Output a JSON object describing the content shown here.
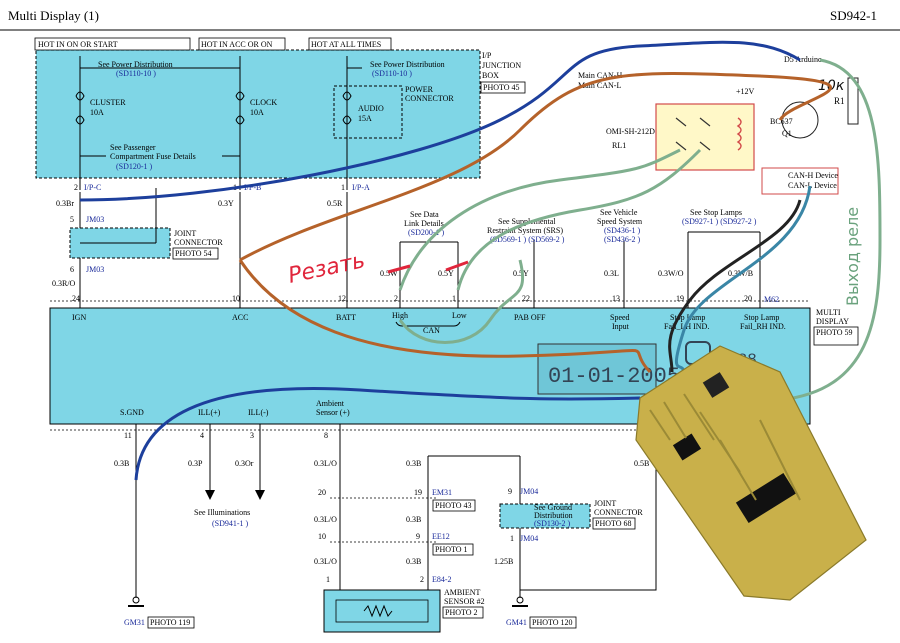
{
  "header": {
    "title": "Multi Display (1)",
    "code": "SD942-1"
  },
  "junction": {
    "hot_start": "HOT IN ON OR START",
    "hot_acc": "HOT IN ACC OR ON",
    "hot_all": "HOT AT ALL TIMES",
    "box_label": [
      "I/P",
      "JUNCTION",
      "BOX"
    ],
    "box_photo": "PHOTO 45",
    "see_power1": "See Power Distribution",
    "see_power1_ref": "(SD110-10 )",
    "see_power2": "See Power Distribution",
    "see_power2_ref": "(SD110-10 )",
    "fuse_cluster": [
      "CLUSTER",
      "10A"
    ],
    "fuse_clock": [
      "CLOCK",
      "10A"
    ],
    "fuse_audio": [
      "AUDIO",
      "15A"
    ],
    "power_connector": [
      "POWER",
      "CONNECTOR"
    ],
    "see_passenger": [
      "See Passenger",
      "Compartment Fuse Details"
    ],
    "see_passenger_ref": "(SD120-1 )"
  },
  "pins_top": {
    "ipc": {
      "num": "2",
      "conn": "I/P-C"
    },
    "ipb": {
      "num": "1",
      "conn": "I/P-B"
    },
    "ipa": {
      "num": "1",
      "conn": "I/P-A"
    }
  },
  "wires_top": {
    "w1": "0.3Br",
    "w2": "0.3Y",
    "w3": "0.5R",
    "w4": "0.3R/O",
    "can_high": "0.5W",
    "can_low": "0.5Y",
    "pab": "0.5Y",
    "speed": "0.3L",
    "stop_lh": "0.3W/O",
    "stop_rh": "0.3W/B"
  },
  "joint_top": {
    "pin_top": "5",
    "conn_top": "JM03",
    "pin_bot": "6",
    "conn_bot": "JM03",
    "label": [
      "JOINT",
      "CONNECTOR"
    ],
    "photo": "PHOTO 54"
  },
  "refs": {
    "data_link": [
      "See Data",
      "Link Details"
    ],
    "data_link_ref": "(SD200-1 )",
    "srs": [
      "See Supplemental",
      "Restraint System (SRS)"
    ],
    "srs_ref": "(SD569-1 ) (SD569-2 )",
    "vss": [
      "See Vehicle",
      "Speed System"
    ],
    "vss_ref": [
      "(SD436-1 )",
      "(SD436-2 )"
    ],
    "stop": "See Stop Lamps",
    "stop_ref": "(SD927-1 ) (SD927-2 )"
  },
  "display": {
    "label": [
      "MULTI",
      "DISPLAY"
    ],
    "photo": "PHOTO 59",
    "connector": "M62",
    "pins": [
      "24",
      "10",
      "12",
      "2",
      "1",
      "22",
      "13",
      "19",
      "20"
    ],
    "terms": [
      "IGN",
      "ACC",
      "BATT",
      "High",
      "Low",
      "PAB OFF",
      "Speed",
      "Input",
      "Stop Lamp",
      "Fail_LH IND.",
      "Stop Lamp",
      "Fail_RH IND."
    ],
    "can": "CAN",
    "lcd_date": "01-01-2005",
    "lcd_digits": "188",
    "bottom_terms": [
      "S.GND",
      "ILL(+)",
      "ILL(-)",
      "Ambient",
      "Sensor (+)"
    ],
    "bottom_pins": [
      "11",
      "4",
      "3",
      "8"
    ]
  },
  "lower": {
    "w_sgnd": "0.3B",
    "w_illp": "0.3P",
    "w_illm": "0.3Or",
    "w_amb": "0.3L/O",
    "w_amb2": "0.3L/O",
    "w_amb3": "0.3L/O",
    "w_b1": "0.3B",
    "w_b2": "0.3B",
    "w_b3": "0.3B",
    "w_gnd": "1.25B",
    "w_05b": "0.5B",
    "see_illum": "See Illuminations",
    "see_illum_ref": "(SD941-1 )",
    "em31": {
      "p1": "20",
      "p2": "19",
      "conn": "EM31",
      "photo": "PHOTO 43"
    },
    "ee12": {
      "p1": "10",
      "p2": "9",
      "conn": "EE12",
      "photo": "PHOTO 1"
    },
    "e84": {
      "p1": "1",
      "p2": "2",
      "conn": "E84-2"
    },
    "sensor": [
      "AMBIENT",
      "SENSOR #2"
    ],
    "sensor_photo": "PHOTO 2",
    "jm04_top": "JM04",
    "jm04_top_pin": "9",
    "jm04_bot": "JM04",
    "jm04_bot_pin": "1",
    "see_ground": [
      "See Ground",
      "Distribution"
    ],
    "see_ground_ref": "(SD130-2 )",
    "joint2": [
      "JOINT",
      "CONNECTOR"
    ],
    "joint2_photo": "PHOTO 68",
    "gm31": "GM31",
    "gm31_photo": "PHOTO 119",
    "gm41": "GM41",
    "gm41_photo": "PHOTO 120"
  },
  "annotations": {
    "cut": "Резать",
    "relay_out": "Выход реле",
    "resistor": "10к",
    "r1": "R1",
    "q1": "Q1",
    "q1_part": "BC637",
    "rl1": "RL1",
    "rl1_part": "OMI-SH-212D",
    "can_h": "CAN-H Device",
    "can_l": "CAN-L Device",
    "v12": "+12V",
    "d5": "D5 Arduino",
    "can_side": [
      "Main CAN-H",
      "Main CAN-L"
    ]
  },
  "colors": {
    "cyan": "#7fd6e6",
    "blue_wire": "#1d3f9c",
    "brown_wire": "#b5622a",
    "green_wire": "#7faf8e",
    "black_wire": "#222222",
    "red_annotation": "#e0253b",
    "pcb": "#c9b04a"
  }
}
